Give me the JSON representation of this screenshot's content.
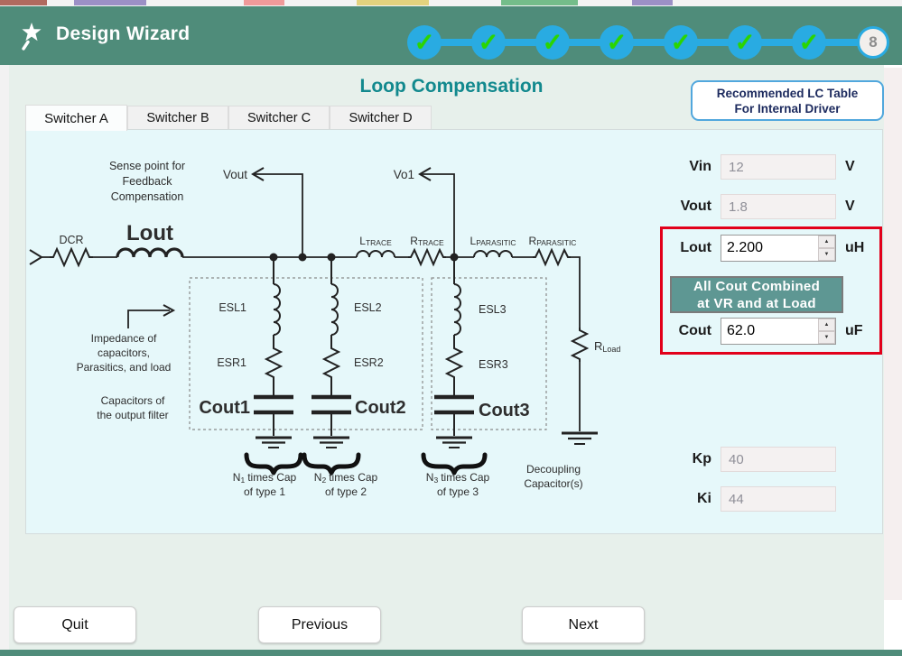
{
  "header": {
    "title": "Design Wizard",
    "step_number": "8",
    "check_glyph": "✓"
  },
  "page": {
    "title": "Loop Compensation"
  },
  "lc_table_button": {
    "line1": "Recommended LC Table",
    "line2": "For Internal Driver"
  },
  "tabs": [
    {
      "label": "Switcher A"
    },
    {
      "label": "Switcher B"
    },
    {
      "label": "Switcher C"
    },
    {
      "label": "Switcher D"
    }
  ],
  "fields": {
    "vin": {
      "label": "Vin",
      "value": "12",
      "unit": "V"
    },
    "vout": {
      "label": "Vout",
      "value": "1.8",
      "unit": "V"
    },
    "lout": {
      "label": "Lout",
      "value": "2.200",
      "unit": "uH"
    },
    "cout": {
      "label": "Cout",
      "value": "62.0",
      "unit": "uF"
    },
    "kp": {
      "label": "Kp",
      "value": "40"
    },
    "ki": {
      "label": "Ki",
      "value": "44"
    }
  },
  "spinner": {
    "up": "▲",
    "down": "▼"
  },
  "cout_badge": {
    "line1": "All Cout Combined",
    "line2": "at VR and at Load"
  },
  "nav": {
    "quit": "Quit",
    "previous": "Previous",
    "next": "Next"
  },
  "diagram": {
    "sense_note": [
      "Sense point for",
      "Feedback",
      "Compensation"
    ],
    "vout_arrow": "Vout",
    "vo1_arrow": "Vo1",
    "dcr": "DCR",
    "lout": "Lout",
    "ltrace": {
      "main": "L",
      "sub": "TRACE"
    },
    "rtrace": {
      "main": "R",
      "sub": "TRACE"
    },
    "lparasitic": {
      "main": "L",
      "sub": "PARASITIC"
    },
    "rparasitic": {
      "main": "R",
      "sub": "PARASITIC"
    },
    "rload": {
      "main": "R",
      "sub": "Load"
    },
    "esl": [
      "ESL1",
      "ESL2",
      "ESL3"
    ],
    "esr": [
      "ESR1",
      "ESR2",
      "ESR3"
    ],
    "cout": [
      "Cout1",
      "Cout2",
      "Cout3"
    ],
    "impedance_note": [
      "Impedance of",
      "capacitors,",
      "Parasitics, and load"
    ],
    "capacitors_note": [
      "Capacitors of",
      "the output filter"
    ],
    "n_caps": [
      {
        "pre": "N",
        "sub": "1",
        "post": "times Cap",
        "line2": "of type 1"
      },
      {
        "pre": "N",
        "sub": "2",
        "post": "times Cap",
        "line2": "of type 2"
      },
      {
        "pre": "N",
        "sub": "3",
        "post": "times Cap",
        "line2": "of type 3"
      }
    ],
    "decoupling": [
      "Decoupling",
      "Capacitor(s)"
    ]
  },
  "colors": {
    "header_teal": "#4f8c7a",
    "progress_blue": "#29abe2",
    "check_green": "#2bd500",
    "title_teal": "#12898e",
    "highlight_red": "#e2001a",
    "badge_teal": "#5e9793",
    "pane_cyan": "#e6f8fa"
  }
}
